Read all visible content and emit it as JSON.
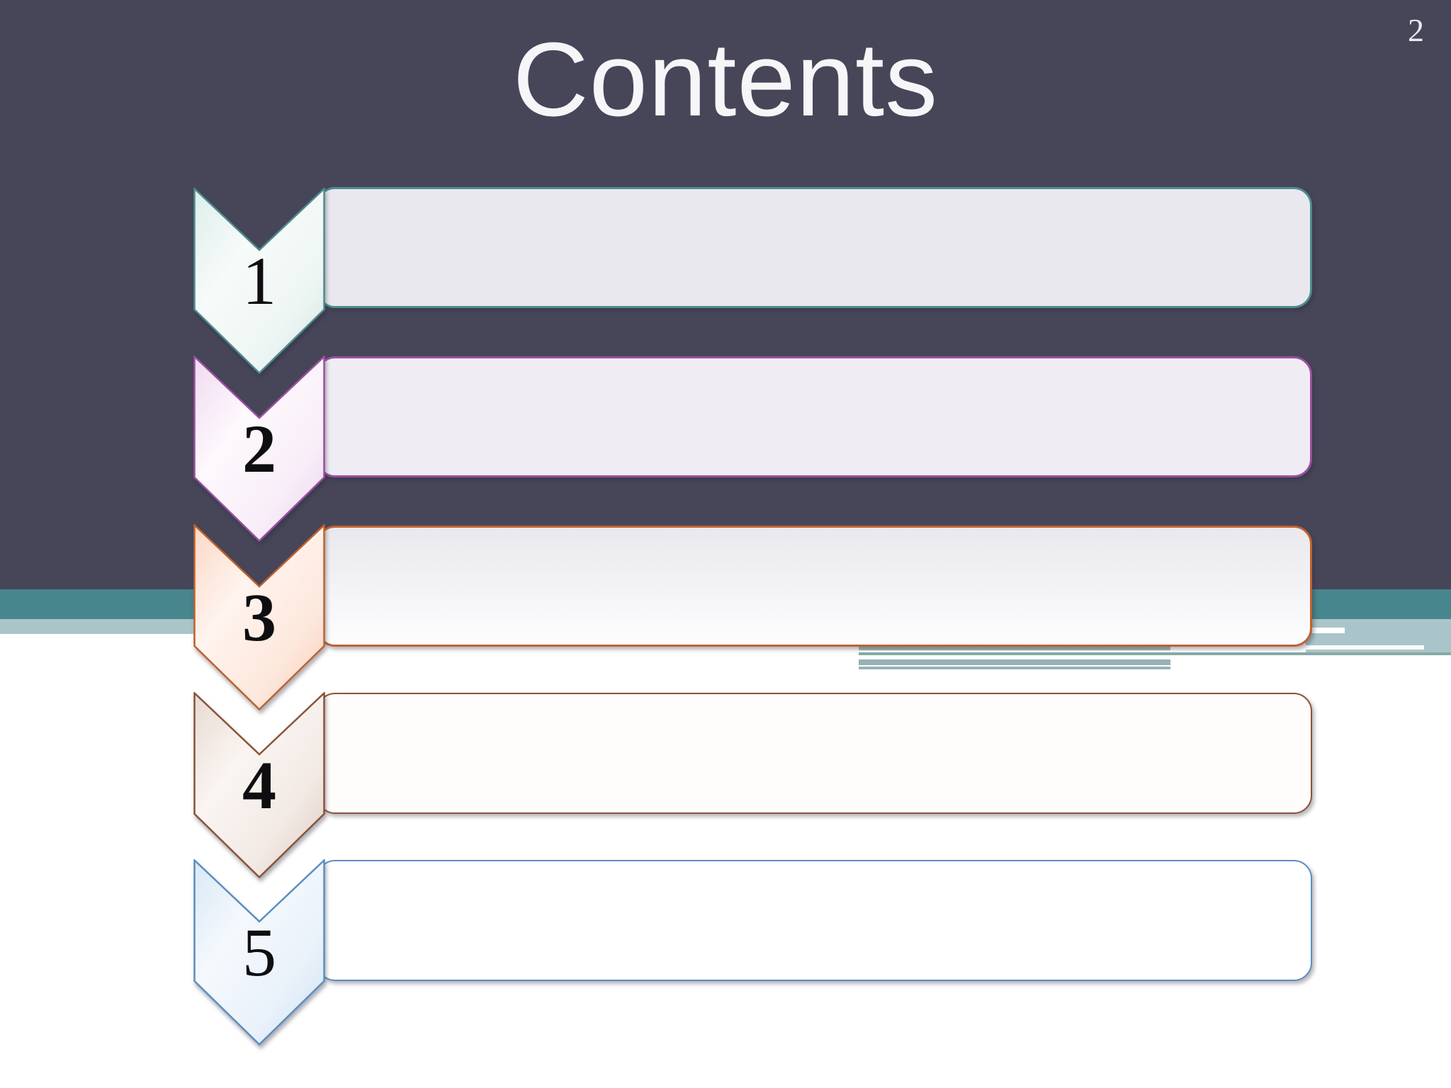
{
  "slide": {
    "title": "Contents",
    "page_number": "2"
  },
  "toc": {
    "items": [
      {
        "number": "1",
        "label": "",
        "accent": "#4e8c8c",
        "fill": "#e9e8ee",
        "number_bold": false
      },
      {
        "number": "2",
        "label": "",
        "accent": "#9b4fa0",
        "fill": "#efedf3",
        "number_bold": true
      },
      {
        "number": "3",
        "label": "",
        "accent": "#c0622e",
        "fill": "#f1f1f4",
        "number_bold": true
      },
      {
        "number": "4",
        "label": "",
        "accent": "#8a5438",
        "fill": "#fffdfc",
        "number_bold": true
      },
      {
        "number": "5",
        "label": "",
        "accent": "#5b8fc0",
        "fill": "#ffffff",
        "number_bold": false
      }
    ]
  },
  "theme": {
    "background_dark": "#474659",
    "accent_band_teal": "#47868c",
    "accent_band_bluegray": "#aac5ca",
    "page_background": "#ffffff",
    "title_color": "#f6f6f9"
  }
}
